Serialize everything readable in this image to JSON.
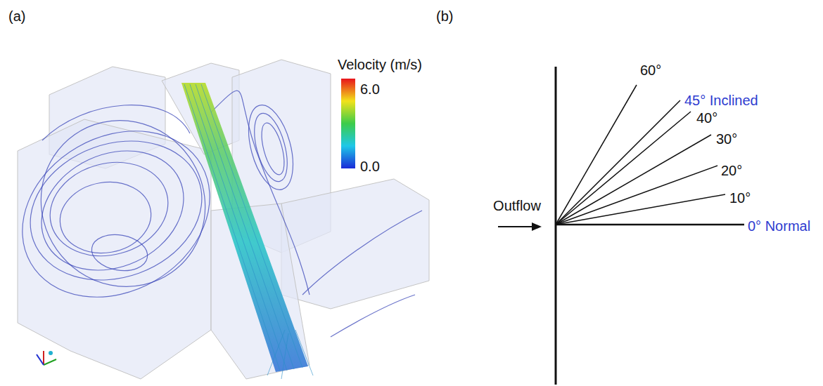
{
  "diagram": {
    "labels": [
      "(a)",
      "(b)",
      "Velocity (m/s)",
      "6.0",
      "0.0",
      "60°",
      "45° Inclined",
      "40°",
      "30°",
      "20°",
      "10°",
      "0° Normal",
      "Outflow"
    ]
  }
}
